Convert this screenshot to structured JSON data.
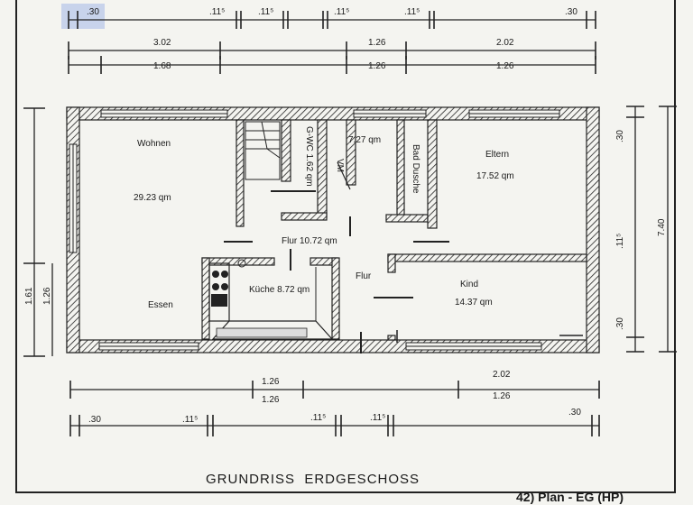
{
  "colors": {
    "ink": "#1a1a1a",
    "paper": "#f4f4f0",
    "selection": "#b9c8ea"
  },
  "dimensions": {
    "top_row1": [
      ".30",
      ".11⁵",
      ".11⁵",
      ".11⁵",
      ".11⁵",
      ".30"
    ],
    "top_row2": [
      "3.02",
      "1.26",
      "2.02"
    ],
    "top_row3": [
      "1.68",
      "1.26",
      "1.26"
    ],
    "left": [
      "1.61",
      "1.26"
    ],
    "right_inner": [
      ".30",
      ".11⁵",
      ".30"
    ],
    "right_outer": [
      "7.40"
    ],
    "bottom_row1": [
      "1.26",
      "2.02"
    ],
    "bottom_row2": [
      "1.26",
      "1.26"
    ],
    "bottom_row3": [
      ".30",
      ".11⁵",
      ".11⁵",
      ".11⁵",
      ".30"
    ]
  },
  "rooms": {
    "wohnen_name": "Wohnen",
    "wohnen_area": "29.23 qm",
    "gwc_name": "G-WC 1.62 qm",
    "small_area": "7.27 qm",
    "bad_name": "Bad Dusche",
    "eltern_name": "Eltern",
    "eltern_area": "17.52 qm",
    "flur_area": "Flur 10.72 qm",
    "flur_name": "Flur",
    "kueche": "Küche 8.72 qm",
    "essen_name": "Essen",
    "kind_name": "Kind",
    "kind_area": "14.37 qm",
    "hall_label": "VM"
  },
  "title": "GRUNDRISS  ERDGESCHOSS",
  "caption": "42) Plan - EG (HP)"
}
